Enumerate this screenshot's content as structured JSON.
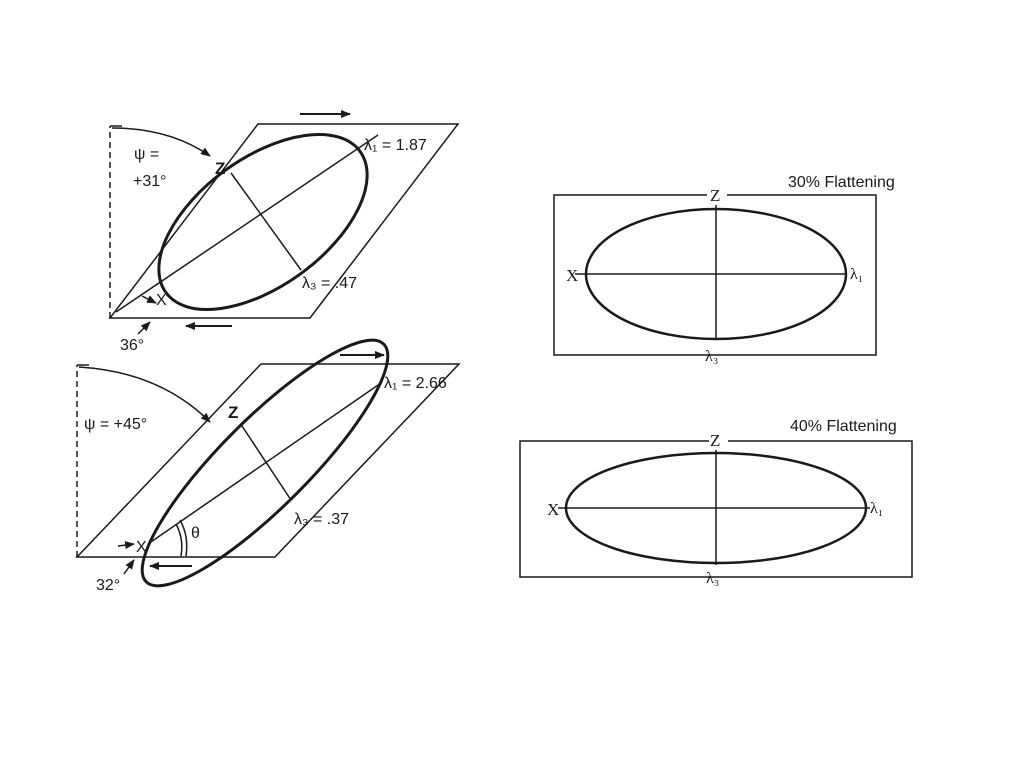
{
  "colors": {
    "ink": "#1a1a1a",
    "background": "#ffffff"
  },
  "shear_top": {
    "psi_line1": "ψ =",
    "psi_line2": "+31°",
    "z_label": "Z",
    "x_label": "X",
    "lambda1": "λ₁ = 1.87",
    "lambda3": "λ₃ = .47",
    "angle": "36°"
  },
  "shear_bottom": {
    "psi": "ψ = +45°",
    "z_label": "Z",
    "x_label": "X",
    "theta": "θ",
    "lambda1": "λ₁ = 2.66",
    "lambda3": "λ₃ = .37",
    "angle": "32°"
  },
  "flatten_top": {
    "title": "30% Flattening",
    "z_label": "Z",
    "x_label": "X",
    "lambda1": "λ₁",
    "lambda3": "λ₃"
  },
  "flatten_bottom": {
    "title": "40% Flattening",
    "z_label": "Z",
    "x_label": "X",
    "lambda1": "λ₁",
    "lambda3": "λ₃"
  }
}
